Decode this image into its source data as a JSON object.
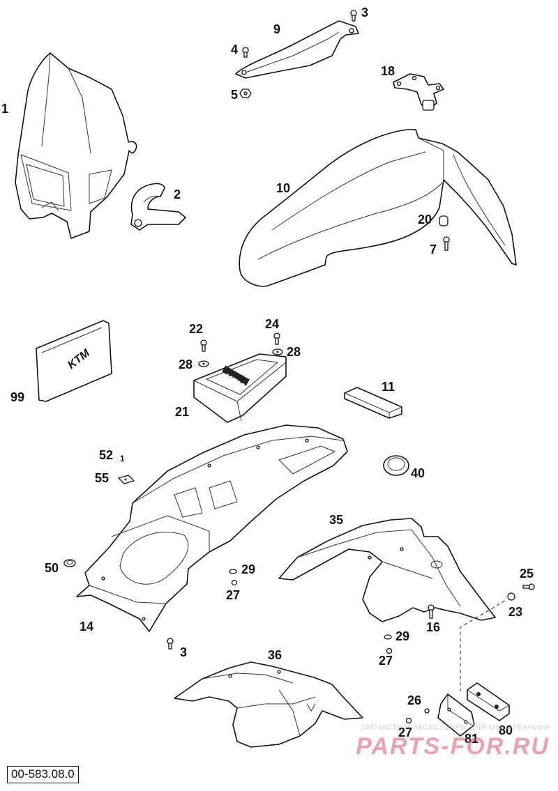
{
  "diagram": {
    "drawing_code": "00-583.08.0",
    "callouts": {
      "c1": "1",
      "c2": "2",
      "c3a": "3",
      "c3b": "3",
      "c4": "4",
      "c5": "5",
      "c7": "7",
      "c9": "9",
      "c10": "10",
      "c11": "11",
      "c14": "14",
      "c16": "16",
      "c18": "18",
      "c20": "20",
      "c21": "21",
      "c22": "22",
      "c23": "23",
      "c24": "24",
      "c25": "25",
      "c26": "26",
      "c27a": "27",
      "c27b": "27",
      "c27c": "27",
      "c28a": "28",
      "c28b": "28",
      "c29a": "29",
      "c29b": "29",
      "c35": "35",
      "c36": "36",
      "c40": "40",
      "c50": "50",
      "c52": "52",
      "c52sub": "1",
      "c55": "55",
      "c80": "80",
      "c81": "81",
      "c99": "99"
    },
    "decal_logo_text": "KTM"
  },
  "watermark": {
    "tagline": "ЗАПЧАСТИ И АКСЕССУАРЫ ДЛЯ МОТОТЕХНИКИ",
    "brand": "PARTS-FOR.RU"
  }
}
